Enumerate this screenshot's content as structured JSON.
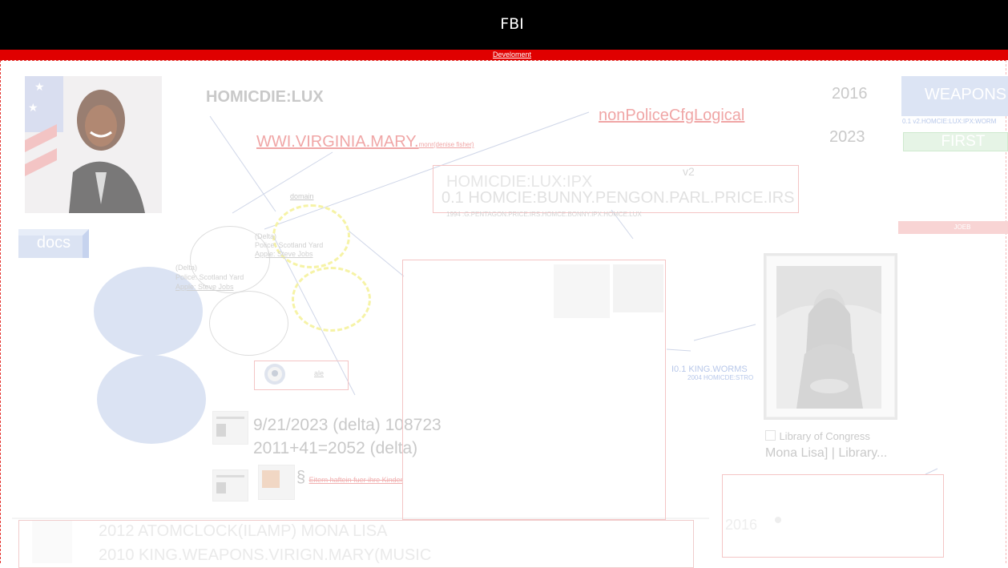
{
  "header": {
    "title": "FBI",
    "subtitle": "Develoment"
  },
  "docs": {
    "label": "docs"
  },
  "titles": {
    "homicide": "HOMICDIE:LUX",
    "virginia": "WWI.VIRGINIA.MARY.",
    "virginia_small": "monr(denise fisher)",
    "nonpolice": "nonPoliceCfgLogical",
    "year1": "2016",
    "year2": "2023"
  },
  "weapons": {
    "label": "WEAPONS",
    "sub": "0.1 v2.HOMCIE:LUX:IPX:WORM",
    "first": "FIRST"
  },
  "joeb": "JOEB",
  "center_box": {
    "line1": "HOMICDIE:LUX:IPX",
    "line2": "0.1 HOMCIE:BUNNY.PENGON.PARL.PRICE.IRS",
    "line3": "1994 :G.PENTAGON.PRICE.IRS.HOMCE.BONNY.IPX.HOMCE.LUX",
    "tag": "v2"
  },
  "diagram": {
    "domain": "domain",
    "delta1": "(Delta)",
    "police1": "Police: Scotland Yard",
    "apple1": "Apple: Steve Jobs",
    "delta2": "(Delta)",
    "police2": "Police: Scotland Yard",
    "apple2": "Apple: Steve Jobs",
    "badge_text": "ale"
  },
  "timeline": {
    "line1": "9/21/2023 (delta) 108723",
    "line2": "2011+41=2052 (delta)",
    "section": "§",
    "section_text": "Eitern haftein fuer ihre Kinder"
  },
  "king": {
    "title": "I0.1 KING.WORMS",
    "sub": "2004 HOMICDE:STRO"
  },
  "library": {
    "source": "Library of Congress",
    "caption": "Mona Lisa] | Library..."
  },
  "bottom": {
    "line1": "2012 ATOMCLOCK(ILAMP) MONA LISA",
    "line2": "2010 KING.WEAPONS.VIRIGN.MARY(MUSIC",
    "year": "2016"
  },
  "colors": {
    "header": "#000000",
    "accent": "#e00000",
    "pale_blue": "#dbe3f3",
    "pale_yellow": "#f6f3a6",
    "pale_red": "#f4c5c5"
  },
  "icons": [
    "flag-photo-icon",
    "seal-icon",
    "mona-lisa-icon",
    "library-icon"
  ]
}
